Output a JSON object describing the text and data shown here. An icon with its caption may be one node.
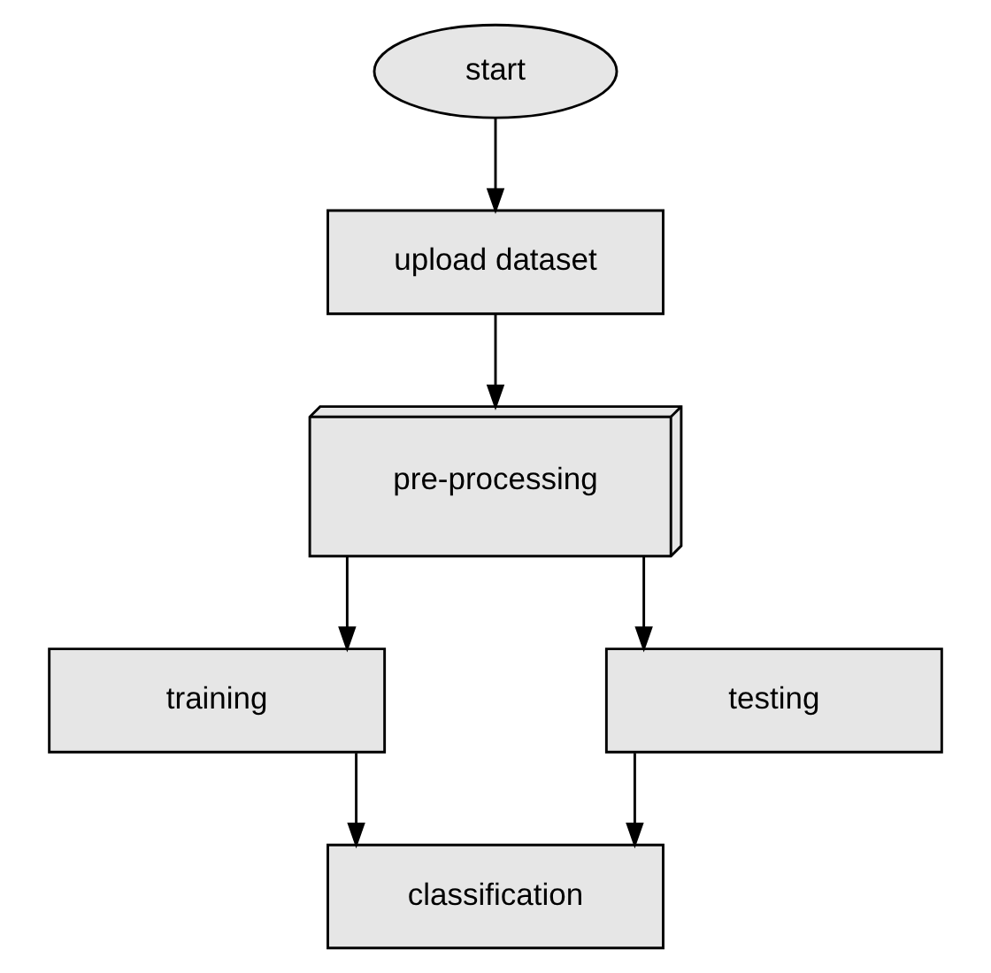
{
  "diagram": {
    "nodes": [
      {
        "text": [
          "start"
        ]
      },
      {
        "text": [
          "upload dataset"
        ]
      },
      {
        "text": [
          "pre-processing"
        ]
      },
      {
        "text": [
          "training"
        ]
      },
      {
        "text": [
          "testing"
        ]
      },
      {
        "text": [
          "classification"
        ]
      }
    ],
    "edges": [
      {
        "from": 0,
        "to": 1,
        "arrow": "to"
      },
      {
        "from": 1,
        "to": 2,
        "arrow": "to"
      },
      {
        "from": 2,
        "to": 3,
        "arrow": "to"
      },
      {
        "from": 2,
        "to": 4,
        "arrow": "to"
      },
      {
        "from": 3,
        "to": 5,
        "arrow": "to"
      },
      {
        "from": 4,
        "to": 5,
        "arrow": "to"
      }
    ]
  }
}
